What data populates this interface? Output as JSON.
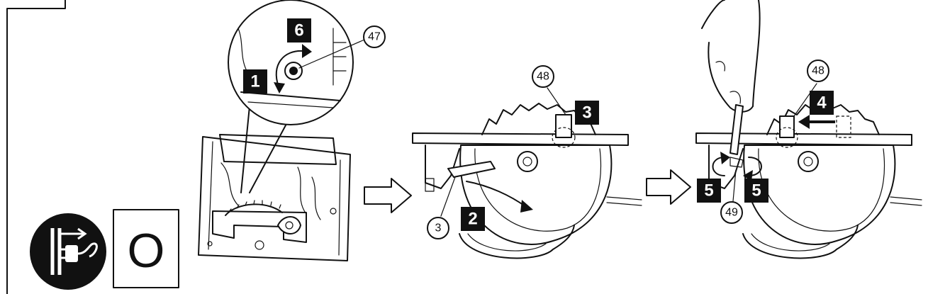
{
  "steps": {
    "s1": "1",
    "s2": "2",
    "s3": "3",
    "s4": "4",
    "s5a": "5",
    "s5b": "5",
    "s6": "6"
  },
  "callouts": {
    "c47": "47",
    "c48a": "48",
    "c48b": "48",
    "c3": "3",
    "c49": "49"
  },
  "off_symbol": "O",
  "icons": [
    "unplug-icon",
    "arrow-right-icon",
    "rotate-arrow-icon"
  ]
}
